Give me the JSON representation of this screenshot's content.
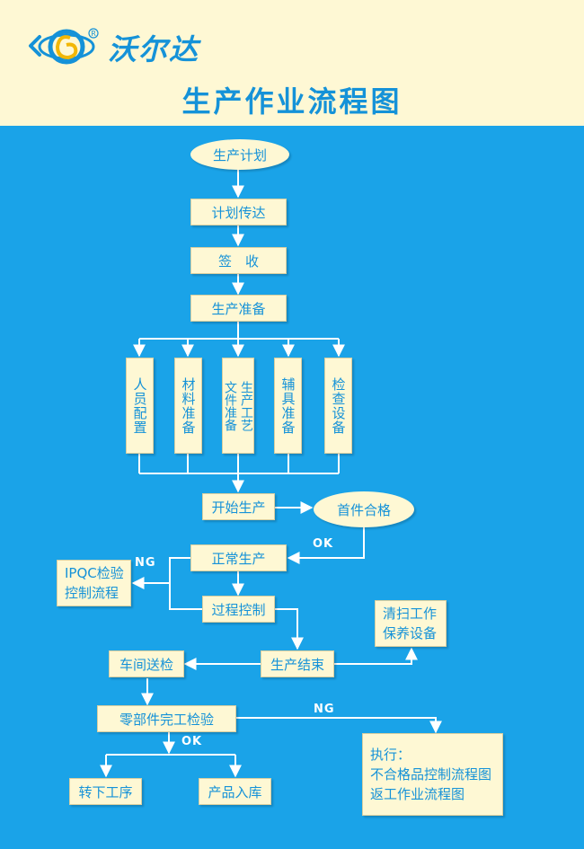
{
  "header": {
    "brand": "沃尔达",
    "title": "生产作业流程图",
    "accent": "#1592d8",
    "background": "#fef8d4"
  },
  "colors": {
    "canvas": "#1aa3e8",
    "node_fill": "#fef8d4",
    "node_text": "#1592d8",
    "connector": "#ffffff"
  },
  "nodes": {
    "plan": "生产计划",
    "plan_delivery": "计划传达",
    "sign_receive": "签　收",
    "prep": "生产准备",
    "staff": "人员配置",
    "material": "材料准备",
    "docs_left": "生产工艺",
    "docs_right": "文件准备",
    "tools": "辅具准备",
    "equipment": "检查设备",
    "start": "开始生产",
    "first_pass": "首件合格",
    "normal": "正常生产",
    "ipqc_line1": "IPQC检验",
    "ipqc_line2": "控制流程",
    "process_control": "过程控制",
    "clean_line1": "清扫工作",
    "clean_line2": "保养设备",
    "production_end": "生产结束",
    "workshop_inspect": "车间送检",
    "parts_inspect": "零部件完工检验",
    "next_process": "转下工序",
    "warehouse": "产品入库",
    "exec_line1": "执行：",
    "exec_line2": "不合格品控制流程图",
    "exec_line3": "返工作业流程图"
  },
  "labels": {
    "ok_first": "OK",
    "ng_normal": "NG",
    "ng_parts": "NG",
    "ok_parts": "OK"
  }
}
